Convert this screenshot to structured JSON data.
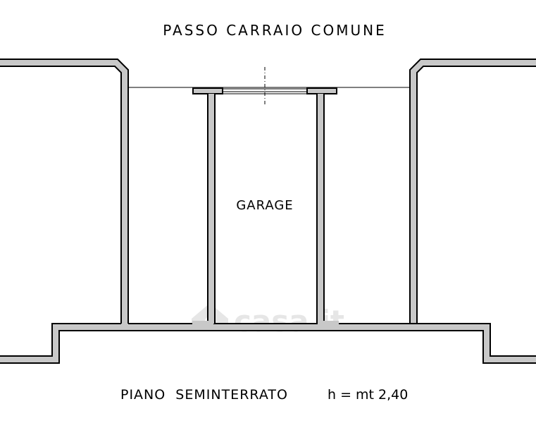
{
  "labels": {
    "top": "PASSO   CARRAIO   COMUNE",
    "room": "GARAGE",
    "floor": "PIANO  SEMINTERRATO",
    "height": "h = mt 2,40"
  },
  "watermark": "casa.it",
  "colors": {
    "wall_fill": "#c8c8c8",
    "line": "#000000",
    "background": "#ffffff",
    "watermark": "#e6e6e6"
  }
}
